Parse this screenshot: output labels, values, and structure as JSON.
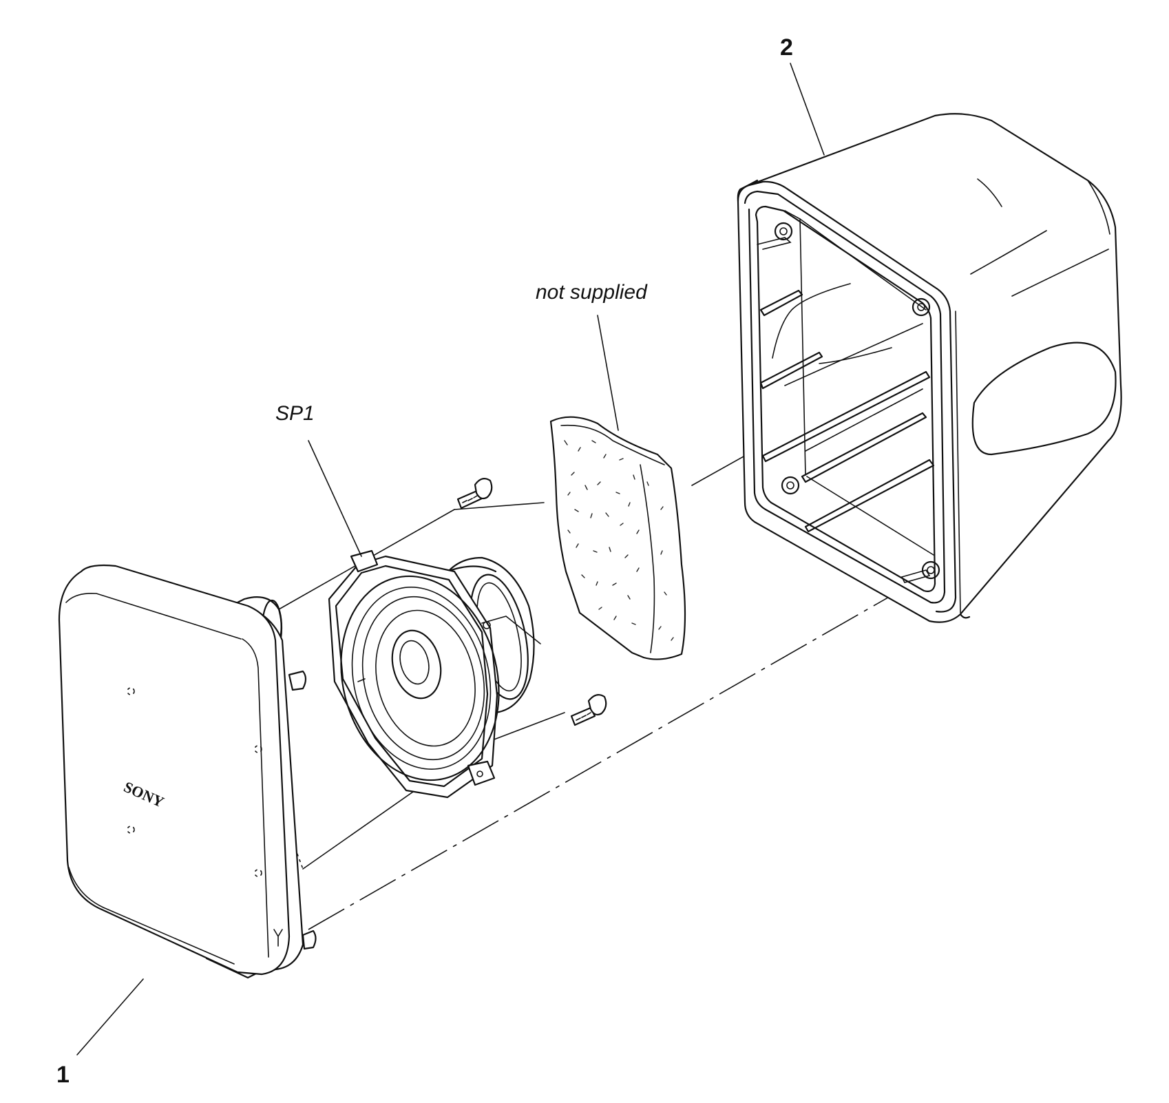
{
  "callouts": {
    "front_grille": "1",
    "cabinet": "2",
    "speaker": "SP1",
    "padding_note": "not supplied"
  },
  "logo_text": "SONY"
}
